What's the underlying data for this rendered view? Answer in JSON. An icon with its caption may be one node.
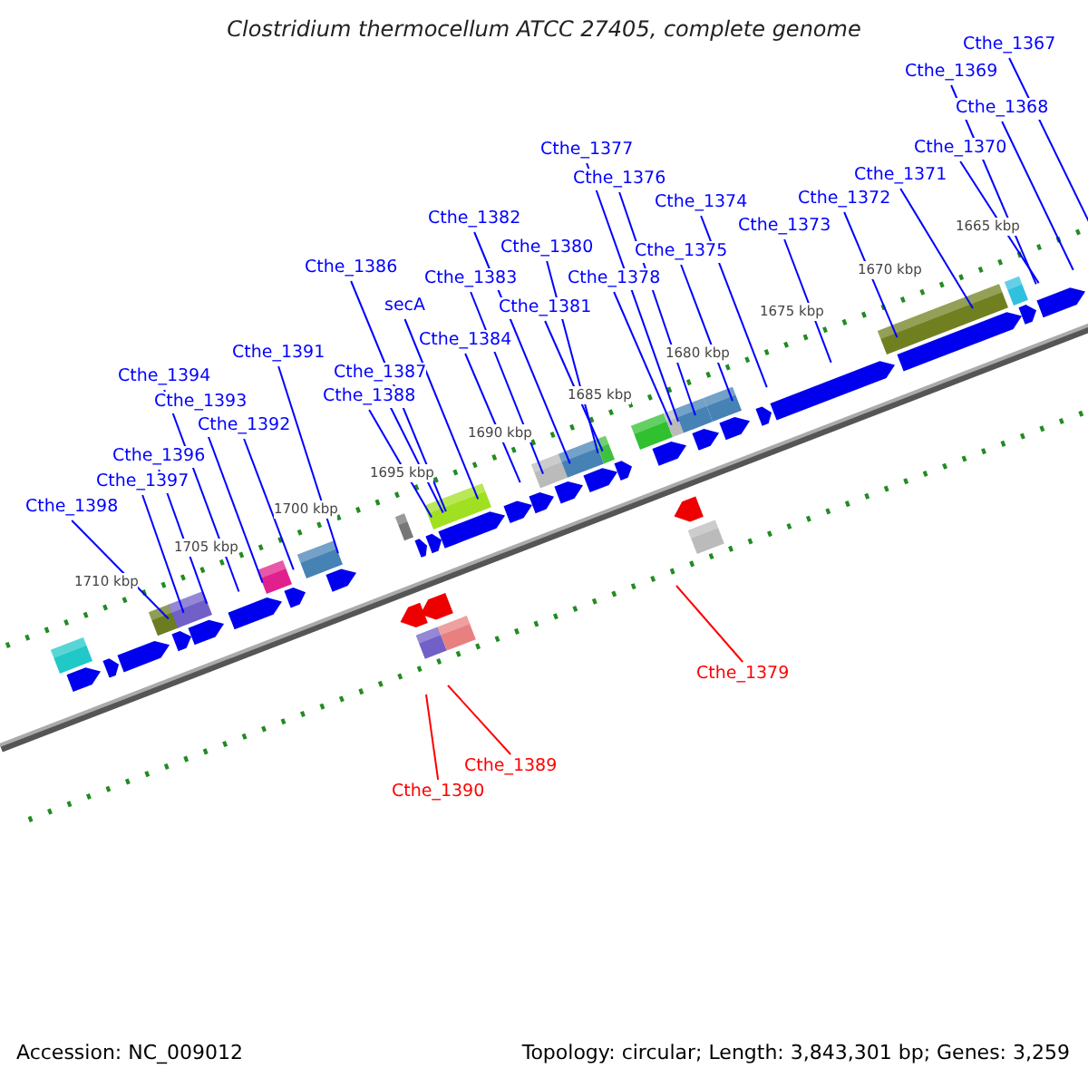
{
  "diagram": {
    "title": "Clostridium thermocellum ATCC 27405, complete genome",
    "nodes": [
      {
        "text": [
          "Cthe_1367"
        ]
      },
      {
        "text": [
          "Cthe_1369"
        ]
      },
      {
        "text": [
          "Cthe_1368"
        ]
      },
      {
        "text": [
          "Cthe_1370"
        ]
      },
      {
        "text": [
          "Cthe_1377"
        ]
      },
      {
        "text": [
          "Cthe_1371"
        ]
      },
      {
        "text": [
          "Cthe_1376"
        ]
      },
      {
        "text": [
          "Cthe_1372"
        ]
      },
      {
        "text": [
          "Cthe_1374"
        ]
      },
      {
        "text": [
          "Cthe_1382"
        ]
      },
      {
        "text": [
          "Cthe_1373"
        ]
      },
      {
        "text": [
          "Cthe_1380"
        ]
      },
      {
        "text": [
          "Cthe_1375"
        ]
      },
      {
        "text": [
          "Cthe_1386"
        ]
      },
      {
        "text": [
          "Cthe_1383"
        ]
      },
      {
        "text": [
          "Cthe_1378"
        ]
      },
      {
        "text": [
          "secA"
        ]
      },
      {
        "text": [
          "Cthe_1381"
        ]
      },
      {
        "text": [
          "Cthe_1384"
        ]
      },
      {
        "text": [
          "Cthe_1391"
        ]
      },
      {
        "text": [
          "Cthe_1387"
        ]
      },
      {
        "text": [
          "Cthe_1394"
        ]
      },
      {
        "text": [
          "Cthe_1388"
        ]
      },
      {
        "text": [
          "Cthe_1393"
        ]
      },
      {
        "text": [
          "Cthe_1392"
        ]
      },
      {
        "text": [
          "Cthe_1396"
        ]
      },
      {
        "text": [
          "Cthe_1397"
        ]
      },
      {
        "text": [
          "Cthe_1398"
        ]
      },
      {
        "text": [
          "Cthe_1379"
        ]
      },
      {
        "text": [
          "Cthe_1389"
        ]
      },
      {
        "text": [
          "Cthe_1390"
        ]
      }
    ],
    "edges": [
      {
        "from": 0,
        "to": null,
        "arrow": "none"
      },
      {
        "from": 1,
        "to": null,
        "arrow": "none"
      },
      {
        "from": 2,
        "to": null,
        "arrow": "none"
      },
      {
        "from": 3,
        "to": null,
        "arrow": "none"
      },
      {
        "from": 4,
        "to": null,
        "arrow": "none"
      },
      {
        "from": 5,
        "to": null,
        "arrow": "none"
      },
      {
        "from": 6,
        "to": null,
        "arrow": "none"
      },
      {
        "from": 7,
        "to": null,
        "arrow": "none"
      },
      {
        "from": 8,
        "to": null,
        "arrow": "none"
      },
      {
        "from": 9,
        "to": null,
        "arrow": "none"
      },
      {
        "from": 10,
        "to": null,
        "arrow": "none"
      },
      {
        "from": 11,
        "to": null,
        "arrow": "none"
      },
      {
        "from": 12,
        "to": null,
        "arrow": "none"
      },
      {
        "from": 13,
        "to": null,
        "arrow": "none"
      },
      {
        "from": 14,
        "to": null,
        "arrow": "none"
      },
      {
        "from": 15,
        "to": null,
        "arrow": "none"
      },
      {
        "from": 16,
        "to": null,
        "arrow": "none"
      },
      {
        "from": 17,
        "to": null,
        "arrow": "none"
      },
      {
        "from": 18,
        "to": null,
        "arrow": "none"
      },
      {
        "from": 19,
        "to": null,
        "arrow": "none"
      },
      {
        "from": 20,
        "to": null,
        "arrow": "none"
      },
      {
        "from": 21,
        "to": null,
        "arrow": "none"
      },
      {
        "from": 22,
        "to": null,
        "arrow": "none"
      },
      {
        "from": 23,
        "to": null,
        "arrow": "none"
      },
      {
        "from": 24,
        "to": null,
        "arrow": "none"
      },
      {
        "from": 25,
        "to": null,
        "arrow": "none"
      },
      {
        "from": 26,
        "to": null,
        "arrow": "none"
      },
      {
        "from": 27,
        "to": null,
        "arrow": "none"
      },
      {
        "from": 28,
        "to": null,
        "arrow": "none",
        "color": "#ff0000"
      },
      {
        "from": 29,
        "to": null,
        "arrow": "none",
        "color": "#ff0000"
      },
      {
        "from": 30,
        "to": null,
        "arrow": "none",
        "color": "#ff0000"
      }
    ],
    "labels": [
      "1665 kbp",
      "1670 kbp",
      "1675 kbp",
      "1680 kbp",
      "1685 kbp",
      "1690 kbp",
      "1695 kbp",
      "1700 kbp",
      "1705 kbp",
      "1710 kbp",
      "Accession: NC_009012",
      "Topology: circular; Length: 3,843,301 bp; Genes: 3,259"
    ]
  }
}
